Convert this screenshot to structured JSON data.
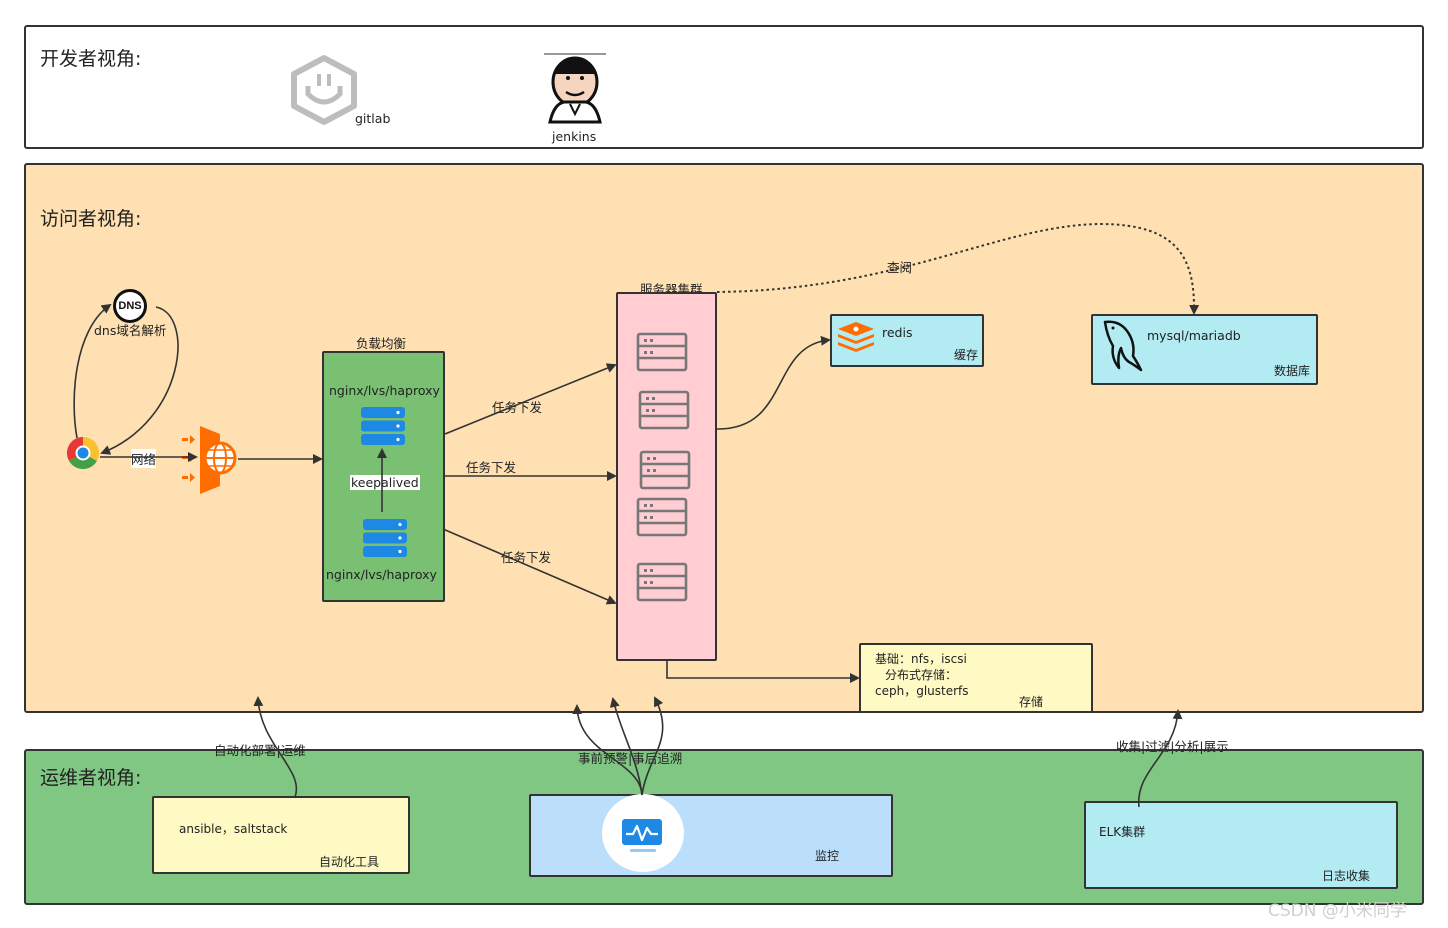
{
  "developer": {
    "title": "开发者视角:",
    "gitlab_label": "gitlab",
    "jenkins_label": "jenkins"
  },
  "visitor": {
    "title": "访问者视角:",
    "dns_badge": "DNS",
    "dns_label": "dns域名解析",
    "network_label": "网络",
    "lb_title": "负载均衡",
    "lb_top": "nginx/lvs/haproxy",
    "lb_keepalived": "keepalived",
    "lb_bottom": "nginx/lvs/haproxy",
    "dispatch_labels": [
      "任务下发",
      "任务下发",
      "任务下发"
    ],
    "cluster_title": "服务器集群",
    "query_label": "查阅",
    "redis": {
      "name": "redis",
      "role": "缓存"
    },
    "mysql": {
      "name": "mysql/mariadb",
      "role": "数据库"
    },
    "storage": {
      "line1": "基础：nfs，iscsi",
      "line2": "分布式存储：",
      "line3": "ceph，glusterfs",
      "role": "存储"
    }
  },
  "ops": {
    "title": "运维者视角:",
    "auto_arrow_label": "自动化部署|运维",
    "monitor_arrow_label": "事前预警|事后追溯",
    "log_arrow_label": "收集|过滤|分析|展示",
    "auto_tools": "ansible，saltstack",
    "auto_role": "自动化工具",
    "monitor_role": "监控",
    "elk": "ELK集群",
    "log_role": "日志收集"
  },
  "watermark": "CSDN @小米同学",
  "colors": {
    "visitor_bg": "#ffe0b2",
    "ops_bg": "#81c784",
    "lb_bg": "#7ac072",
    "cluster_bg": "#ffcdd2",
    "cyan_box": "#b2ebf2",
    "yellow_box": "#fff9c4",
    "monitor_box": "#bbdefb",
    "accent_blue": "#1e88e5",
    "accent_orange": "#ff6d00"
  }
}
